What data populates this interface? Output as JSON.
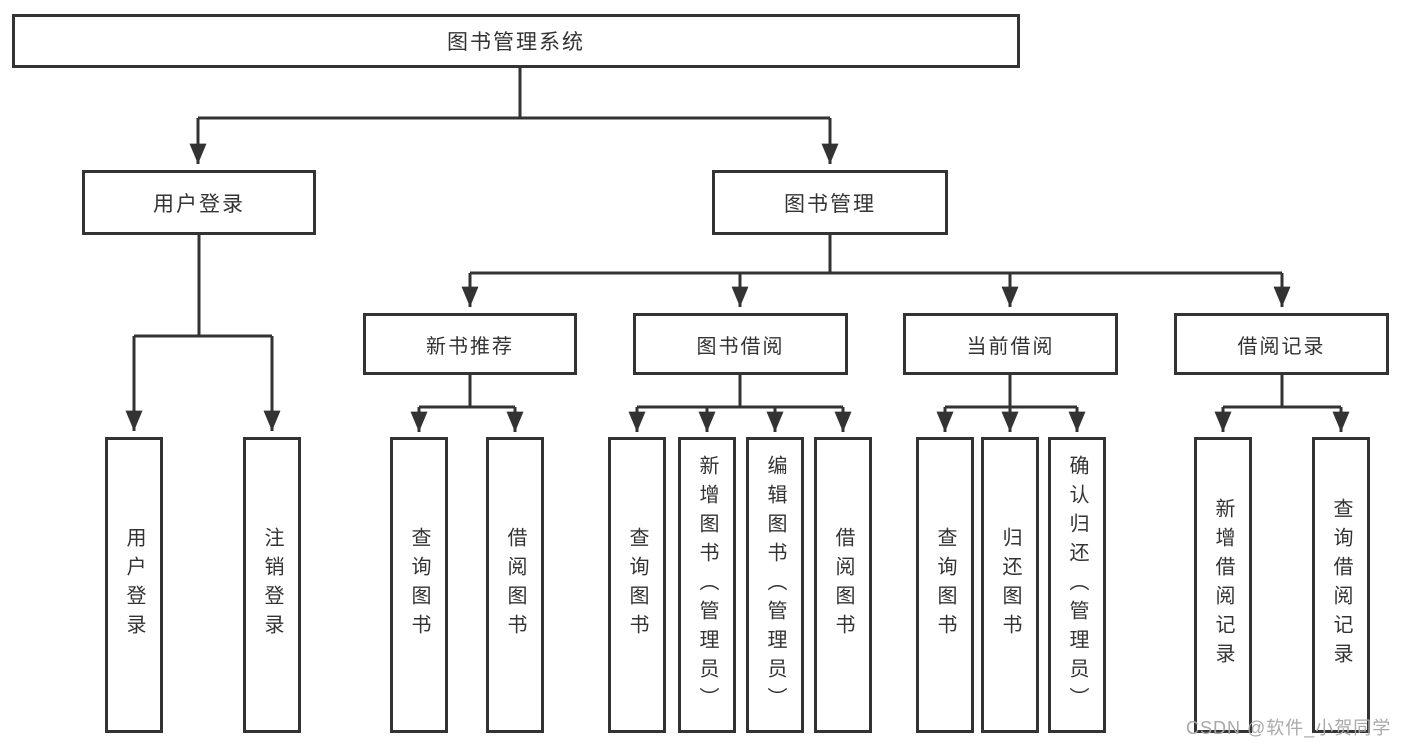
{
  "diagram": {
    "root": {
      "label": "图书管理系统"
    },
    "user_branch": {
      "label": "用户登录",
      "children": [
        {
          "label": "用户登录"
        },
        {
          "label": "注销登录"
        }
      ]
    },
    "book_branch": {
      "label": "图书管理",
      "groups": [
        {
          "label": "新书推荐",
          "children": [
            {
              "label": "查询图书"
            },
            {
              "label": "借阅图书"
            }
          ]
        },
        {
          "label": "图书借阅",
          "children": [
            {
              "label": "查询图书"
            },
            {
              "label": "新增图书（管理员）"
            },
            {
              "label": "编辑图书（管理员）"
            },
            {
              "label": "借阅图书"
            }
          ]
        },
        {
          "label": "当前借阅",
          "children": [
            {
              "label": "查询图书"
            },
            {
              "label": "归还图书"
            },
            {
              "label": "确认归还（管理员）"
            }
          ]
        },
        {
          "label": "借阅记录",
          "children": [
            {
              "label": "新增借阅记录"
            },
            {
              "label": "查询借阅记录"
            }
          ]
        }
      ]
    },
    "watermark": "CSDN @软件_小贺同学",
    "colors": {
      "line": "#333333",
      "text": "#333333",
      "background": "#ffffff",
      "watermark": "#a9a9a9"
    }
  }
}
